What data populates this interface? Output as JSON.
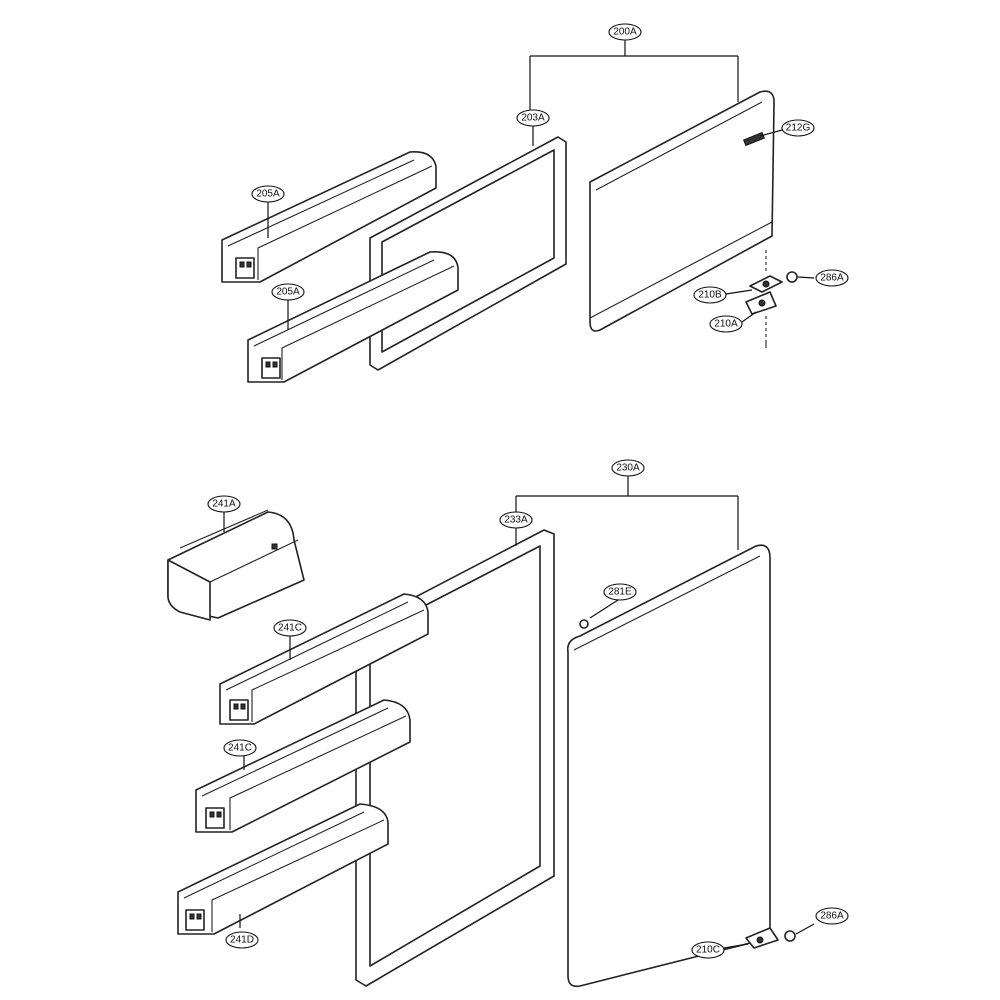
{
  "callouts": {
    "c200A": "200A",
    "c203A": "203A",
    "c212G": "212G",
    "c205A_upper": "205A",
    "c205A_lower": "205A",
    "c286A_upper": "286A",
    "c210B": "210B",
    "c210A": "210A",
    "c230A": "230A",
    "c241A": "241A",
    "c233A": "233A",
    "c281E": "281E",
    "c241C_upper": "241C",
    "c241C_lower": "241C",
    "c241D": "241D",
    "c286A_lower": "286A",
    "c210C": "210C"
  }
}
